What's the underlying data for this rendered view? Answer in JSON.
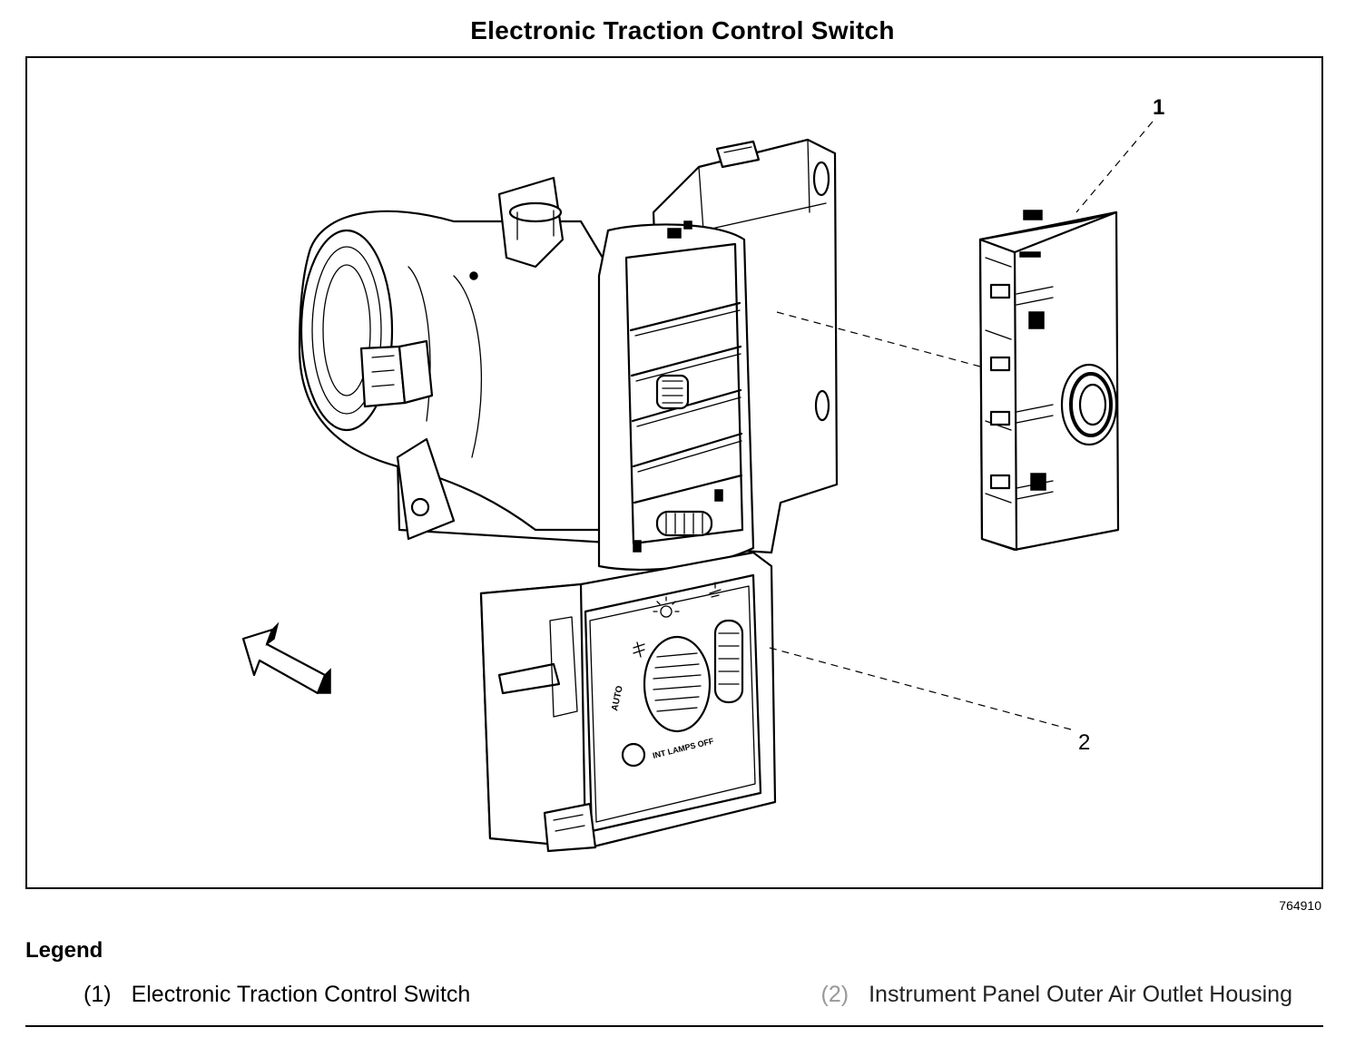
{
  "page": {
    "title": "Electronic Traction Control Switch",
    "figure_id": "764910"
  },
  "callouts": [
    {
      "label": "1"
    },
    {
      "label": "2"
    }
  ],
  "legend": {
    "heading": "Legend",
    "items": [
      {
        "number": "(1)",
        "text": "Electronic Traction Control Switch"
      },
      {
        "number": "(2)",
        "text": "Instrument Panel Outer Air Outlet Housing"
      }
    ]
  },
  "diagram": {
    "panel_markings": {
      "auto": "AUTO",
      "int_lamps_off": "INT LAMPS OFF"
    }
  }
}
